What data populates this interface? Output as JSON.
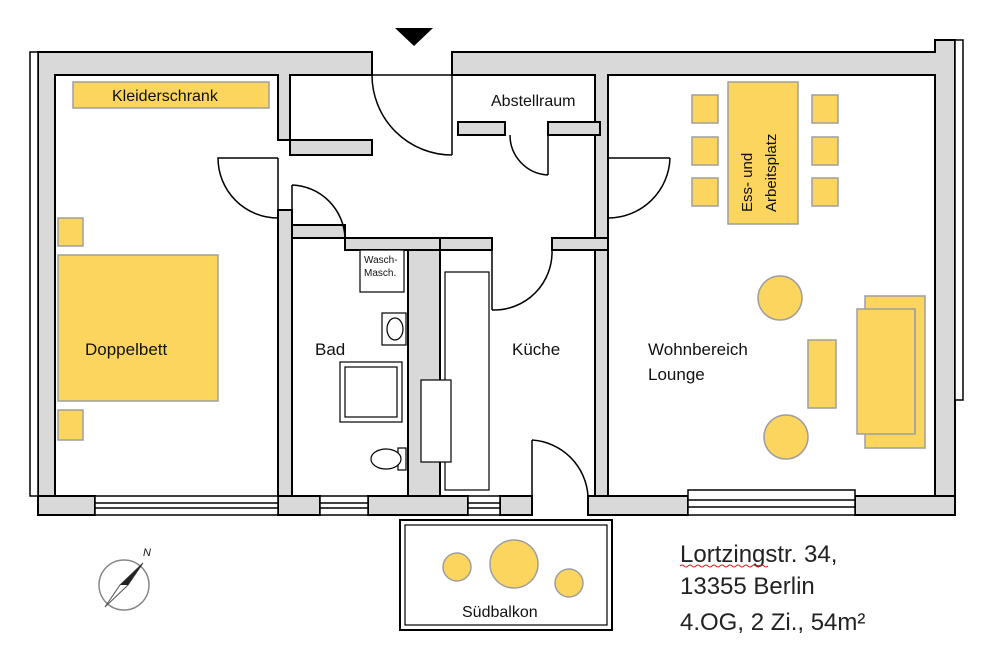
{
  "colors": {
    "wall": "#d9d9d9",
    "wall_outline": "#000000",
    "furniture": "#fcd55e",
    "furniture_outline": "#9e9e9e",
    "text": "#111111"
  },
  "rooms": {
    "kleiderschrank": "Kleiderschrank",
    "doppelbett": "Doppelbett",
    "bad": "Bad",
    "waschmaschine_line1": "Wasch-",
    "waschmaschine_line2": "Masch.",
    "abstellraum": "Abstellraum",
    "kueche": "Küche",
    "esstisch_line1": "Ess- und",
    "esstisch_line2": "Arbeitsplatz",
    "wohnbereich_line1": "Wohnbereich",
    "wohnbereich_line2": "Lounge",
    "balkon": "Südbalkon"
  },
  "compass": {
    "north_label": "N"
  },
  "address": {
    "street": "Lortzingstr. 34,",
    "city": "13355 Berlin",
    "details": "4.OG, 2 Zi.,  54m²"
  }
}
